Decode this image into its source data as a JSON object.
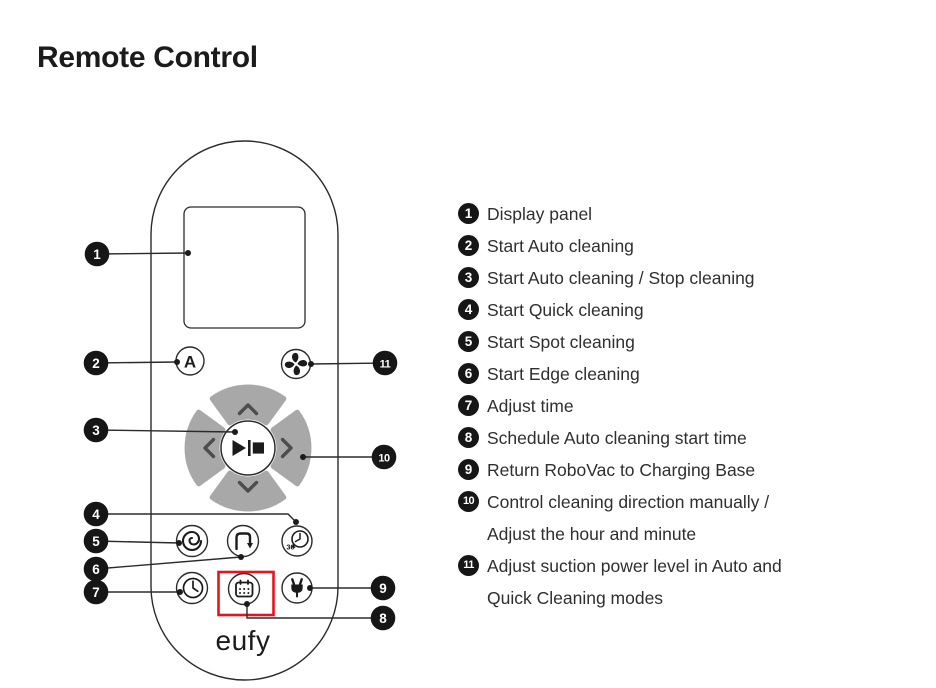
{
  "page": {
    "title": "Remote Control"
  },
  "colors": {
    "highlight_red": "#e8131d",
    "callout_badge_black": "#161616",
    "dpad_gray": "#a8a8a8",
    "outline_black": "#2b2b2b",
    "body_text": "#2f2f2f"
  },
  "diagram": {
    "brand": "eufy",
    "auto_button_label": "A",
    "quick_button_label": "30",
    "callouts": [
      "1",
      "2",
      "3",
      "4",
      "5",
      "6",
      "7",
      "8",
      "9",
      "10",
      "11"
    ],
    "icons": {
      "suction": "fan-icon",
      "auto": "letter-a-label",
      "direction_up": "chevron-up-icon",
      "direction_right": "chevron-right-icon",
      "direction_down": "chevron-down-icon",
      "direction_left": "chevron-left-icon",
      "start_stop": "play-stop-icon",
      "spot": "spiral-icon",
      "edge": "corner-arrow-icon",
      "quick": "timer-30-icon",
      "time": "clock-icon",
      "schedule": "calendar-icon",
      "charge": "plug-icon"
    }
  },
  "legend": {
    "items": [
      {
        "num": "1",
        "text": "Display panel"
      },
      {
        "num": "2",
        "text": "Start Auto cleaning"
      },
      {
        "num": "3",
        "text": "Start Auto cleaning / Stop cleaning"
      },
      {
        "num": "4",
        "text": "Start Quick cleaning"
      },
      {
        "num": "5",
        "text": "Start Spot cleaning"
      },
      {
        "num": "6",
        "text": "Start Edge cleaning"
      },
      {
        "num": "7",
        "text": "Adjust time"
      },
      {
        "num": "8",
        "text": "Schedule Auto cleaning start time"
      },
      {
        "num": "9",
        "text": "Return RoboVac to Charging Base"
      },
      {
        "num": "10",
        "text": "Control cleaning direction manually /",
        "text2": "Adjust the hour and minute"
      },
      {
        "num": "11",
        "text": "Adjust suction power level in Auto and",
        "text2": "Quick Cleaning modes"
      }
    ]
  }
}
